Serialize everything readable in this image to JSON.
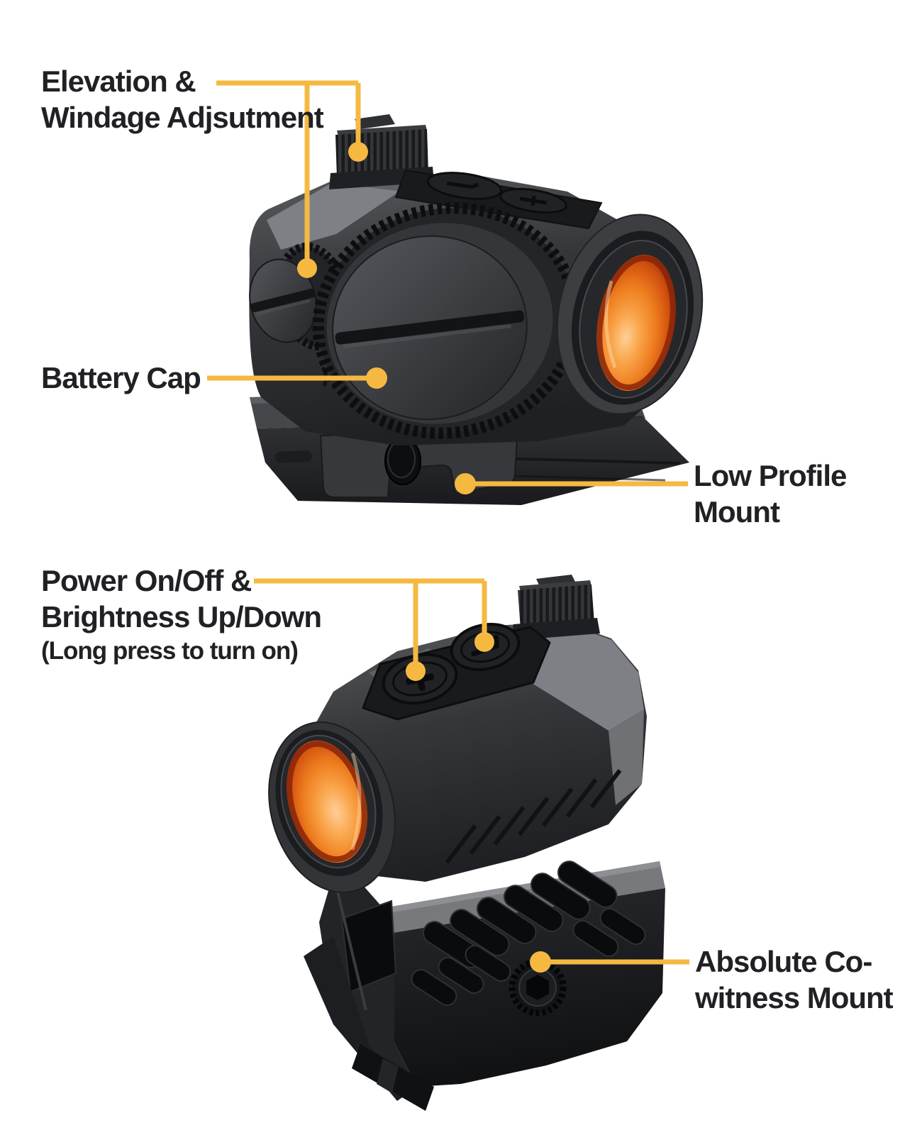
{
  "colors": {
    "bg": "#ffffff",
    "accent": "#f5b941",
    "text": "#202124",
    "body_dark": "#2a2b2e",
    "facet_gray": "#7e8085",
    "lens_orange": "#ee7d1e"
  },
  "figures": {
    "top_view": "red-dot-sight-on-low-profile-mount",
    "bottom_view": "red-dot-sight-on-riser-mount"
  },
  "labels": {
    "elevation_windage": "Elevation &\nWindage Adjsutment",
    "battery_cap": "Battery Cap",
    "low_profile_mount": "Low Profile\nMount",
    "power_main": "Power On/Off &\nBrightness Up/Down",
    "power_sub": "(Long press to turn on)",
    "cowitness_mount": "Absolute Co-\nwitness Mount"
  }
}
